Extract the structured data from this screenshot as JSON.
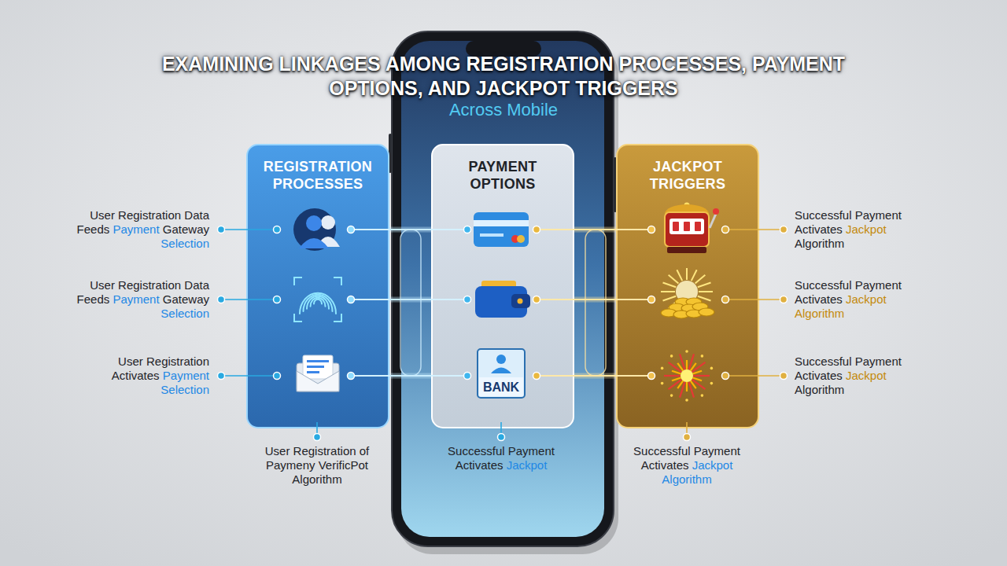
{
  "diagram": {
    "title": "EXAMINING LINKAGES AMONG REGISTRATION PROCESSES, PAYMENT OPTIONS, AND JACKPOT TRIGGERS",
    "nodes": [
      {
        "text": [
          "REGISTRATION PROCESSES"
        ]
      },
      {
        "text": [
          "PAYMENT OPTIONS"
        ]
      },
      {
        "text": [
          "JACKPOT TRIGGERS"
        ]
      }
    ],
    "edges": [
      {
        "from": 0,
        "to": 1,
        "arrow": "none"
      },
      {
        "from": 0,
        "to": 1,
        "arrow": "none"
      },
      {
        "from": 0,
        "to": 1,
        "arrow": "none"
      },
      {
        "from": 1,
        "to": 2,
        "arrow": "none"
      },
      {
        "from": 1,
        "to": 2,
        "arrow": "none"
      },
      {
        "from": 1,
        "to": 2,
        "arrow": "none"
      }
    ],
    "labels": [
      "Across Mobile",
      "User Registration Data Feeds Payment Gateway Selection",
      "Successful Payment Activates Jackpot Algorithm",
      "User Registration Data Feeds Payment Gateway Selection",
      "Successful Payment Activates Jackpot Algorithm",
      "User Registration Activates Payment Selection",
      "Successful Payment Activates Jackpot Algorithm",
      "BANK",
      "User Registration of Paymeny VerificPot Algorithm",
      "Successful Payment Activates Jackpot",
      "Successful Payment Activates Jackpot Algorithm"
    ]
  }
}
